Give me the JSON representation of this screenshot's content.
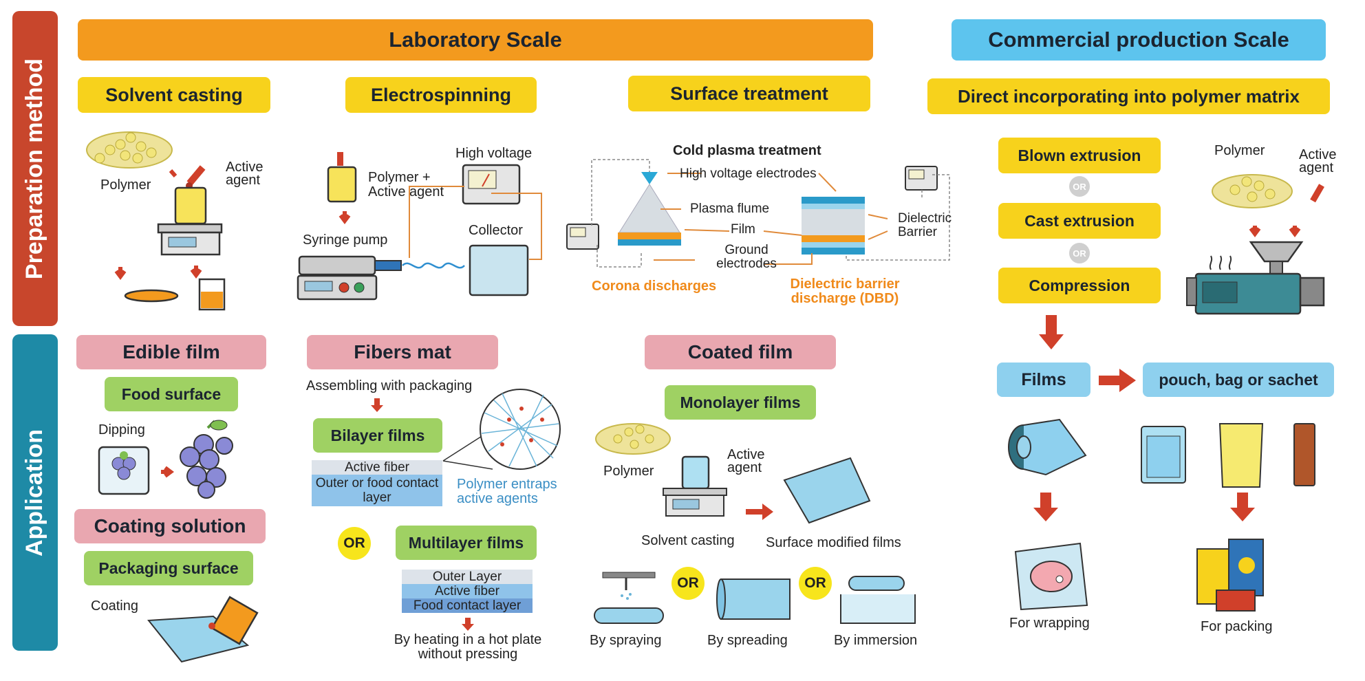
{
  "side": {
    "preparation": "Preparation method",
    "application": "Application"
  },
  "scales": {
    "lab": "Laboratory Scale",
    "commercial": "Commercial production Scale"
  },
  "methods": {
    "solvent": "Solvent casting",
    "electro": "Electrospinning",
    "surface": "Surface treatment",
    "direct": "Direct incorporating into polymer matrix"
  },
  "solvent_diagram": {
    "polymer": "Polymer",
    "active": "Active agent"
  },
  "electro_diagram": {
    "polymer_active": "Polymer + Active agent",
    "high_voltage": "High voltage",
    "syringe_pump": "Syringe pump",
    "collector": "Collector"
  },
  "plasma": {
    "title": "Cold plasma treatment",
    "hv_electrodes": "High voltage electrodes",
    "plasma_flume": "Plasma flume",
    "film": "Film",
    "ground": "Ground electrodes",
    "dielectric": "Dielectric Barrier",
    "corona": "Corona discharges",
    "dbd": "Dielectric barrier discharge (DBD)"
  },
  "commercial": {
    "blown": "Blown extrusion",
    "cast": "Cast extrusion",
    "compression": "Compression",
    "or": "OR",
    "polymer": "Polymer",
    "active": "Active agent",
    "films": "Films",
    "pouch": "pouch, bag or sachet",
    "wrapping": "For wrapping",
    "packing": "For packing"
  },
  "edible": {
    "title": "Edible film",
    "food_surface": "Food surface",
    "dipping": "Dipping",
    "coating_solution": "Coating solution",
    "packaging_surface": "Packaging surface",
    "coating": "Coating"
  },
  "fibers": {
    "title": "Fibers mat",
    "assembling": "Assembling with packaging",
    "bilayer": "Bilayer films",
    "bilayer_layers": [
      "Active fiber",
      "Outer or food contact layer"
    ],
    "entraps": "Polymer entraps active agents",
    "or": "OR",
    "multilayer": "Multilayer films",
    "multi_layers": [
      "Outer Layer",
      "Active fiber",
      "Food contact layer"
    ],
    "heating": "By heating in a hot plate without pressing"
  },
  "coated": {
    "title": "Coated film",
    "monolayer": "Monolayer films",
    "polymer": "Polymer",
    "active": "Active agent",
    "solvent_casting": "Solvent casting",
    "surface_modified": "Surface modified films",
    "or": "OR",
    "spraying": "By spraying",
    "spreading": "By spreading",
    "immersion": "By immersion"
  },
  "colors": {
    "orange": "#f39a1e",
    "yellow": "#f7d21c",
    "blue": "#8ed0ee",
    "red_side": "#c8462c",
    "teal_side": "#1e8aa6",
    "arrow": "#d0402a"
  }
}
